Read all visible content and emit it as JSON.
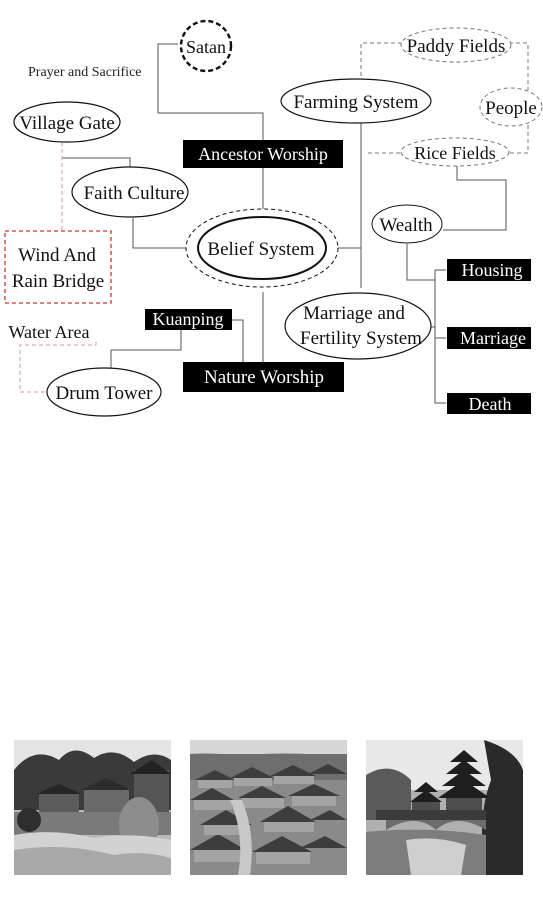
{
  "diagram": {
    "nodes": {
      "satan": "Satan",
      "prayer": "Prayer and Sacrifice",
      "village_gate": "Village Gate",
      "paddy_fields": "Paddy Fields",
      "farming_system": "Farming System",
      "people": "People",
      "ancestor_worship": "Ancestor Worship",
      "rice_fields": "Rice Fields",
      "faith_culture": "Faith Culture",
      "wealth": "Wealth",
      "wind_rain_bridge_1": "Wind And",
      "wind_rain_bridge_2": "Rain Bridge",
      "belief_system": "Belief System",
      "housing": "Housing",
      "water_area": "Water Area",
      "kuanping": "Kuanping",
      "marriage_fertility_1": "Marriage and",
      "marriage_fertility_2": "Fertility System",
      "marriage": "Marriage",
      "nature_worship": "Nature Worship",
      "drum_tower": "Drum Tower",
      "death": "Death"
    }
  },
  "photos": [
    {
      "icon": "village-river-photo"
    },
    {
      "icon": "village-rooftops-photo"
    },
    {
      "icon": "wind-rain-bridge-photo"
    }
  ],
  "colors": {
    "line": "#555555",
    "dashed": "#777777",
    "red_dashed": "#cc3333",
    "pink_dashed": "#d99aa8",
    "box_fill": "#000000",
    "box_text": "#ffffff"
  }
}
